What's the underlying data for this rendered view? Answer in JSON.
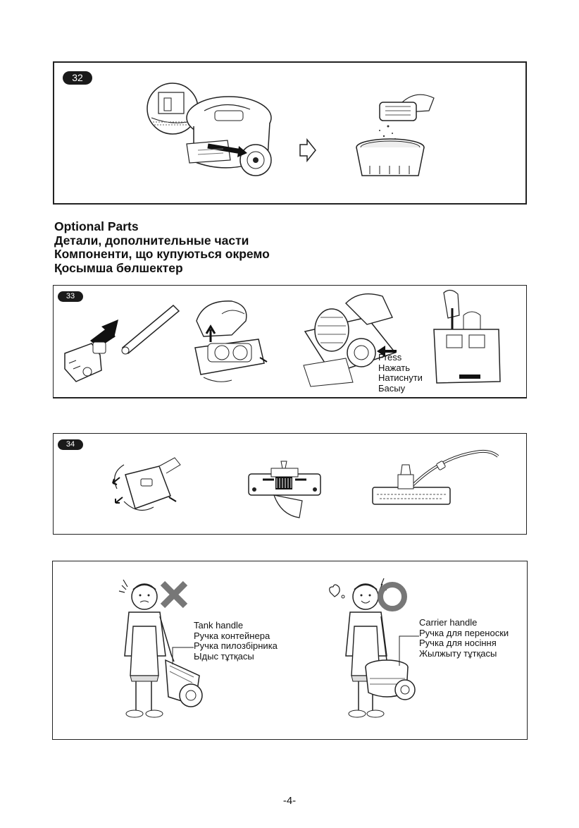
{
  "step32": {
    "number": "32"
  },
  "optional_parts": {
    "title_en": "Optional Parts",
    "title_ru": "Детали, дополнительные части",
    "title_uk": "Компоненти, що купуються окремо",
    "title_kk": "Қосымша бөлшектер"
  },
  "step33": {
    "number": "33",
    "press_labels": [
      "Press",
      "Нажать",
      "Натиснути",
      "Басыу"
    ]
  },
  "step34": {
    "number": "34"
  },
  "carry": {
    "wrong_labels": [
      "Tank handle",
      "Ручка контейнера",
      "Ручка пилозбірника",
      "Ыдыс тұтқасы"
    ],
    "right_labels": [
      "Carrier handle",
      "Ручка для переноски",
      "Ручка для носіння",
      "Жылжыту тұтқасы"
    ]
  },
  "page_number": "-4-"
}
